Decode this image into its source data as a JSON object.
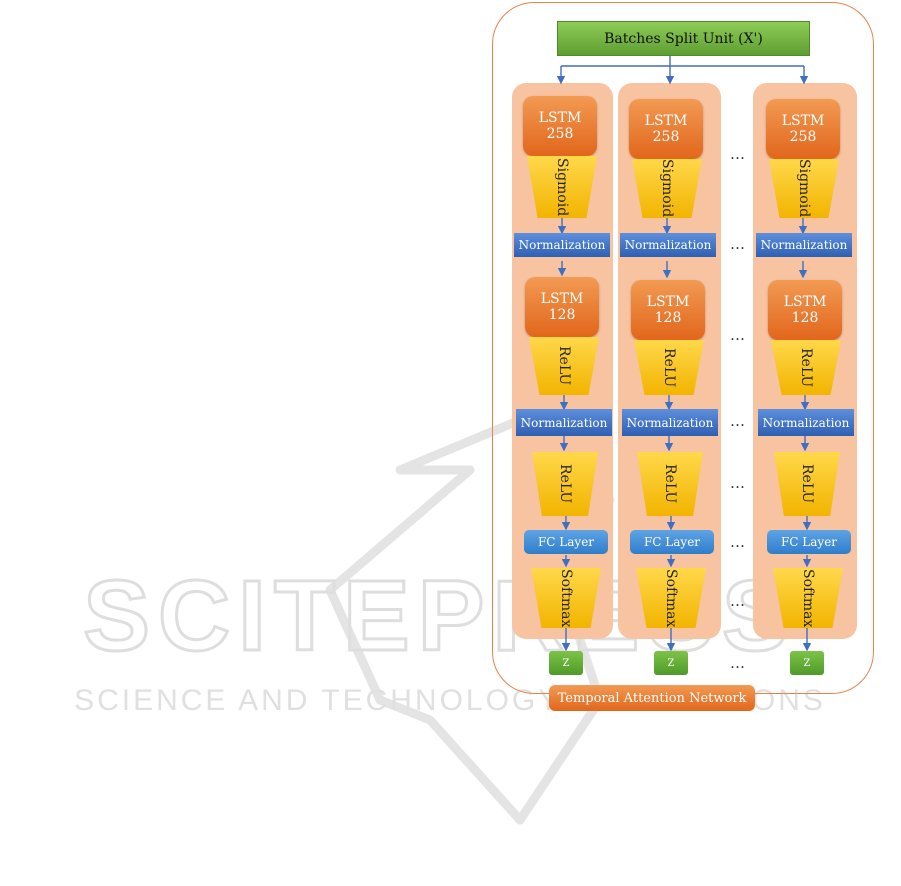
{
  "diagram": {
    "top_box": "Batches Split Unit (X')",
    "bottom_box": "Temporal Attention Network",
    "lstm1": [
      "LSTM",
      "258"
    ],
    "lstm2": [
      "LSTM",
      "128"
    ],
    "sigmoid": "Sigmoid",
    "relu": "ReLU",
    "normalization": "Normalization",
    "fc_layer": "FC Layer",
    "softmax": "Softmax",
    "output": "Z",
    "ellipsis": "…"
  },
  "watermark": {
    "main": "SCITEPRESS",
    "sub": "SCIENCE AND TECHNOLOGY PUBLICATIONS"
  },
  "colors": {
    "border": "#e9834a",
    "column_bg": "#f8c3a0",
    "lstm": "#e2661c",
    "activation": "#f2b400",
    "normalization": "#2e5fb3",
    "fc": "#2f7ecb",
    "output": "#4f9a2a",
    "top": "#5e9e32"
  }
}
